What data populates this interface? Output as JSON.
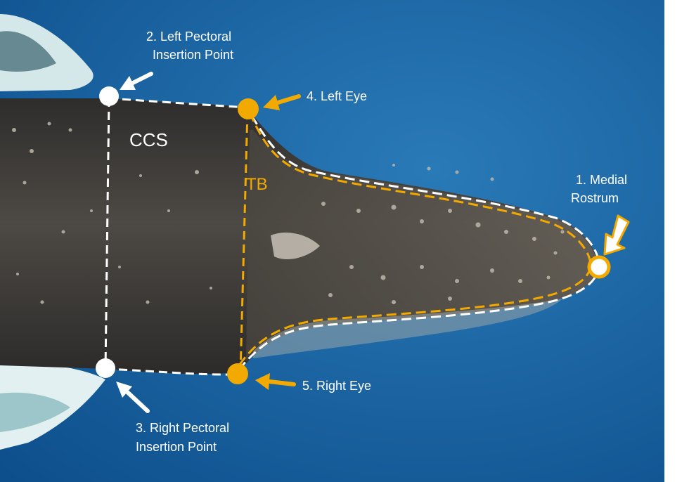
{
  "colors": {
    "ocean": "#0e5a9c",
    "ocean_light": "#2a79b5",
    "whale_dark": "#3b3a38",
    "whale_mid": "#55514c",
    "fin_white": "#d9ecee",
    "marker_white": "#ffffff",
    "marker_yellow": "#f2a900",
    "label_white": "#ffffff",
    "label_yellow": "#f2a900"
  },
  "labels": {
    "medial_rostrum_line1": "1. Medial",
    "medial_rostrum_line2": "Rostrum",
    "left_pectoral_line1": "2. Left Pectoral",
    "left_pectoral_line2": "Insertion Point",
    "right_pectoral_line1": "3. Right Pectoral",
    "right_pectoral_line2": "Insertion Point",
    "left_eye": "4. Left Eye",
    "right_eye": "5. Right Eye",
    "ccs": "CCS",
    "tb": "TB"
  }
}
